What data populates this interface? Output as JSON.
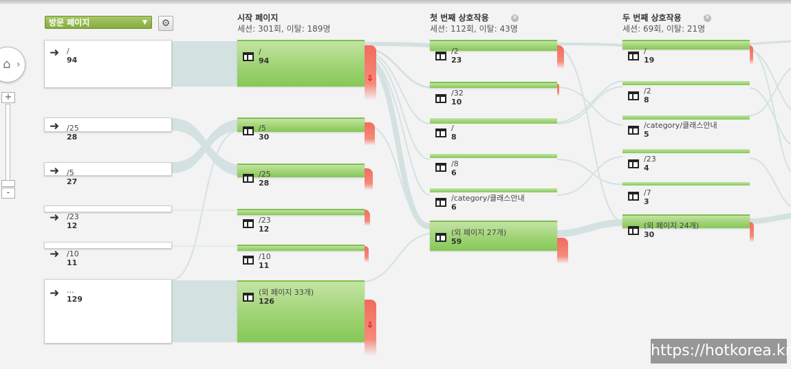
{
  "dimension_selector": {
    "label": "방문 페이지"
  },
  "columns": [
    {
      "title": "시작 페이지",
      "stats": "세션: 301회, 이탈: 189명"
    },
    {
      "title": "첫 번째 상호작용",
      "stats": "세션: 112회, 이탈: 43명"
    },
    {
      "title": "두 번째 상호작용",
      "stats": "세션: 69회, 이탈: 21명"
    }
  ],
  "sources": [
    {
      "label": "/",
      "count": "94"
    },
    {
      "label": "/25",
      "count": "28"
    },
    {
      "label": "/5",
      "count": "27"
    },
    {
      "label": "/23",
      "count": "12"
    },
    {
      "label": "/10",
      "count": "11"
    },
    {
      "label": "...",
      "count": "129"
    }
  ],
  "start_nodes": [
    {
      "label": "/",
      "count": "94"
    },
    {
      "label": "/5",
      "count": "30"
    },
    {
      "label": "/25",
      "count": "28"
    },
    {
      "label": "/23",
      "count": "12"
    },
    {
      "label": "/10",
      "count": "11"
    },
    {
      "label": "(외 페이지 33개)",
      "count": "126"
    }
  ],
  "first_nodes": [
    {
      "label": "/2",
      "count": "23"
    },
    {
      "label": "/32",
      "count": "10"
    },
    {
      "label": "/",
      "count": "8"
    },
    {
      "label": "/8",
      "count": "6"
    },
    {
      "label": "/category/클래스안내",
      "count": "6"
    },
    {
      "label": "(외 페이지 27개)",
      "count": "59"
    }
  ],
  "second_nodes": [
    {
      "label": "/",
      "count": "19"
    },
    {
      "label": "/2",
      "count": "8"
    },
    {
      "label": "/category/클래스안내",
      "count": "5"
    },
    {
      "label": "/23",
      "count": "4"
    },
    {
      "label": "/7",
      "count": "3"
    },
    {
      "label": "(외 페이지 24개)",
      "count": "30"
    }
  ],
  "watermark": "https://hotkorea.kr",
  "colors": {
    "node_green": "#9fd373",
    "dropoff_red": "#f36b5b",
    "flow": "#d3e0e0"
  }
}
